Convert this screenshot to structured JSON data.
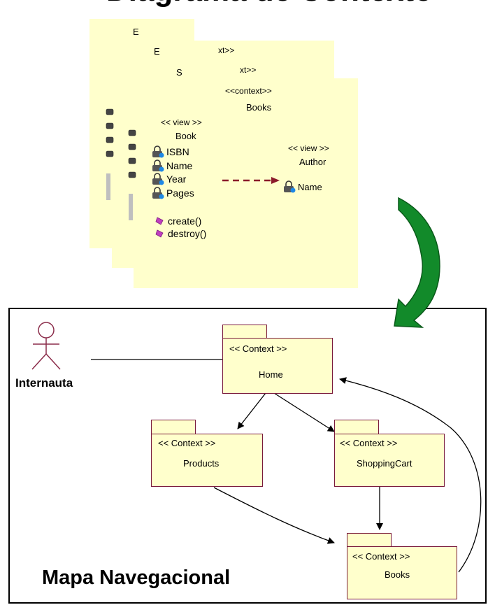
{
  "top_title": "Diagrama de Contexto",
  "sheets": {
    "back": {
      "title": "E",
      "stereotype": "xt>>"
    },
    "middle": {
      "title": "E",
      "stereotype": "xt>>"
    },
    "front": {
      "title": "S",
      "context_stereotype": "<<context>>",
      "context_name": "Books",
      "book_class": {
        "stereotype": "<< view >>",
        "name": "Book",
        "attributes": [
          "ISBN",
          "Name",
          "Year",
          "Pages"
        ],
        "operations": [
          "create()",
          "destroy()"
        ]
      },
      "author_class": {
        "stereotype": "<< view >>",
        "name": "Author",
        "attributes": [
          "Name"
        ]
      }
    }
  },
  "nav_map": {
    "title": "Mapa Navegacional",
    "actor": "Internauta",
    "packages": {
      "home": {
        "stereotype": "<< Context >>",
        "name": "Home"
      },
      "products": {
        "stereotype": "<< Context >>",
        "name": "Products"
      },
      "cart": {
        "stereotype": "<< Context >>",
        "name": "ShoppingCart"
      },
      "books": {
        "stereotype": "<< Context >>",
        "name": "Books"
      }
    }
  },
  "colors": {
    "note_fill": "#ffffcc",
    "package_border": "#7a1a3a",
    "actor_stroke": "#8b2c4a",
    "dashed_arrow": "#8b1a2a",
    "curved_arrow": "#118822"
  }
}
